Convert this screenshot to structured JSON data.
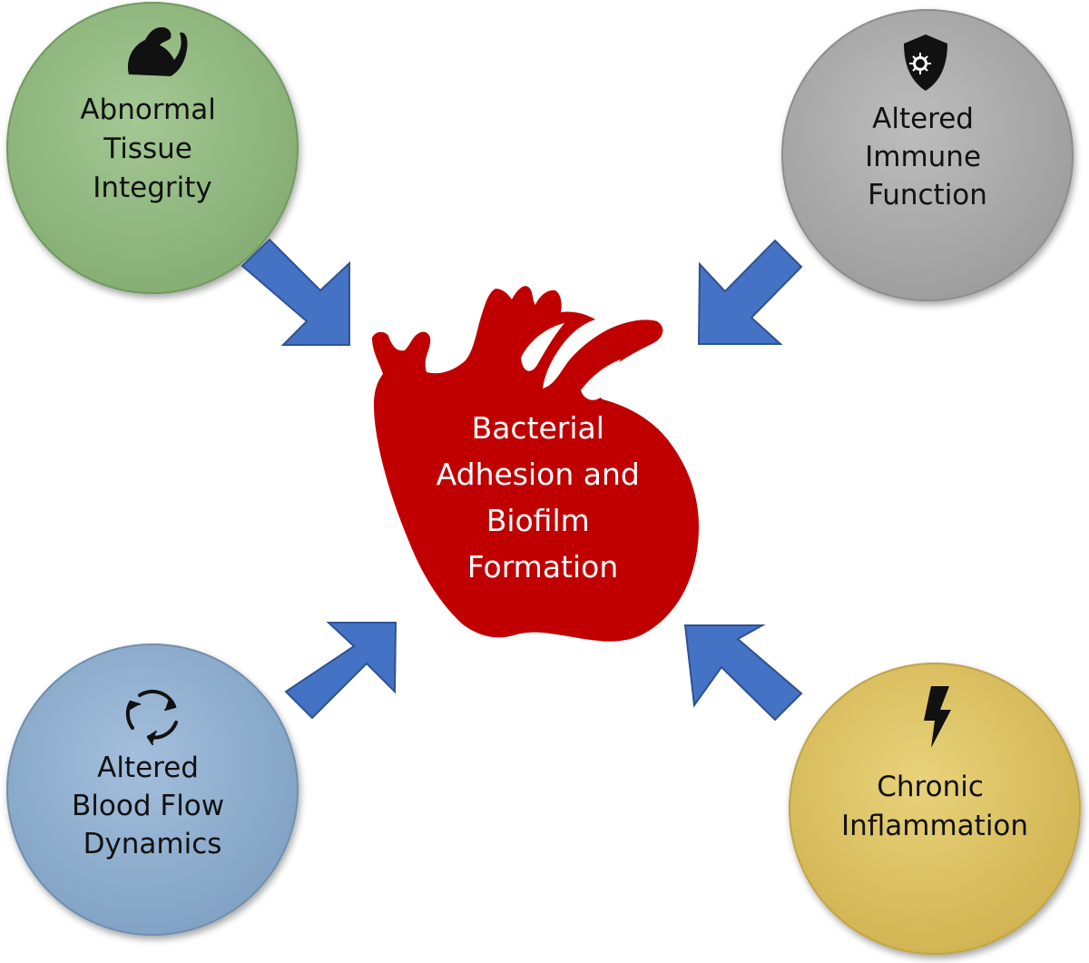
{
  "center": {
    "label_lines": [
      "Bacterial",
      "Adhesion and",
      "Biofilm",
      "Formation"
    ],
    "color": "#c00000",
    "text_color": "#ffffff"
  },
  "factors": [
    {
      "id": "tissue",
      "label_lines": [
        "Abnormal",
        "Tissue",
        "Integrity"
      ],
      "icon": "flexed-arm-icon",
      "color": "#8fb77d",
      "border": "#6f9a5e"
    },
    {
      "id": "immune",
      "label_lines": [
        "Altered",
        "Immune",
        "Function"
      ],
      "icon": "shield-virus-icon",
      "color": "#a9a9a9",
      "border": "#8d8d8d"
    },
    {
      "id": "blood",
      "label_lines": [
        "Altered",
        "Blood Flow",
        "Dynamics"
      ],
      "icon": "cycle-arrows-icon",
      "color": "#8caccc",
      "border": "#6f8fb0"
    },
    {
      "id": "inflammation",
      "label_lines": [
        "Chronic",
        "Inflammation"
      ],
      "icon": "lightning-bolt-icon",
      "color": "#dbbf5f",
      "border": "#c0a446"
    }
  ],
  "arrow_color": "#4472c4",
  "arrow_border": "#2f528f"
}
